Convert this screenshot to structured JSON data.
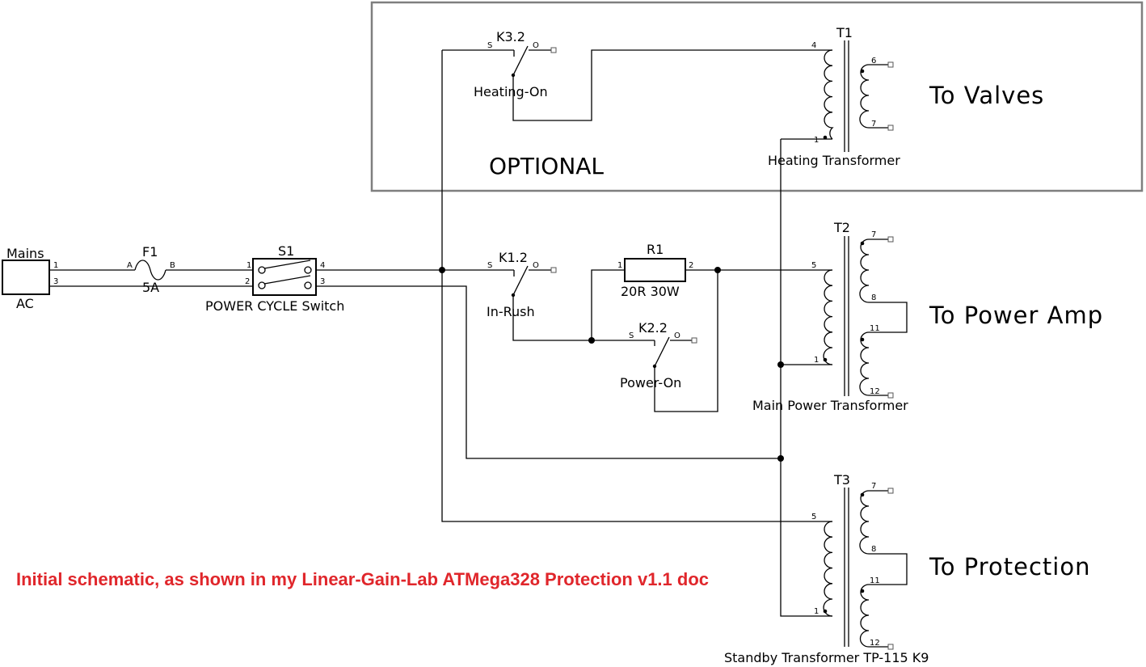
{
  "caption": "Initial schematic, as shown in my Linear-Gain-Lab ATMega328 Protection v1.1 doc",
  "optional_label": "OPTIONAL",
  "mains": {
    "name": "Mains",
    "sub": "AC",
    "pin_top": "1",
    "pin_bottom": "3"
  },
  "fuse": {
    "ref": "F1",
    "value": "5A",
    "pin_a": "A",
    "pin_b": "B"
  },
  "switch": {
    "ref": "S1",
    "name": "POWER CYCLE Switch",
    "pins": [
      "1",
      "2",
      "4",
      "3"
    ]
  },
  "relays": {
    "k3": {
      "ref": "K3.2",
      "name": "Heating-On",
      "pin_s": "S",
      "pin_o": "O"
    },
    "k1": {
      "ref": "K1.2",
      "name": "In-Rush",
      "pin_s": "S",
      "pin_o": "O"
    },
    "k2": {
      "ref": "K2.2",
      "name": "Power-On",
      "pin_s": "S",
      "pin_o": "O"
    }
  },
  "resistor": {
    "ref": "R1",
    "value": "20R 30W",
    "pin1": "1",
    "pin2": "2"
  },
  "transformers": {
    "t1": {
      "ref": "T1",
      "name": "Heating Transformer",
      "output": "To Valves",
      "pins": [
        "4",
        "1",
        "6",
        "7"
      ]
    },
    "t2": {
      "ref": "T2",
      "name": "Main Power Transformer",
      "output": "To Power Amp",
      "pins": [
        "5",
        "1",
        "7",
        "8",
        "11",
        "12"
      ]
    },
    "t3": {
      "ref": "T3",
      "name": "Standby Transformer TP-115 K9",
      "output": "To Protection",
      "pins": [
        "5",
        "1",
        "7",
        "8",
        "11",
        "12"
      ]
    }
  }
}
